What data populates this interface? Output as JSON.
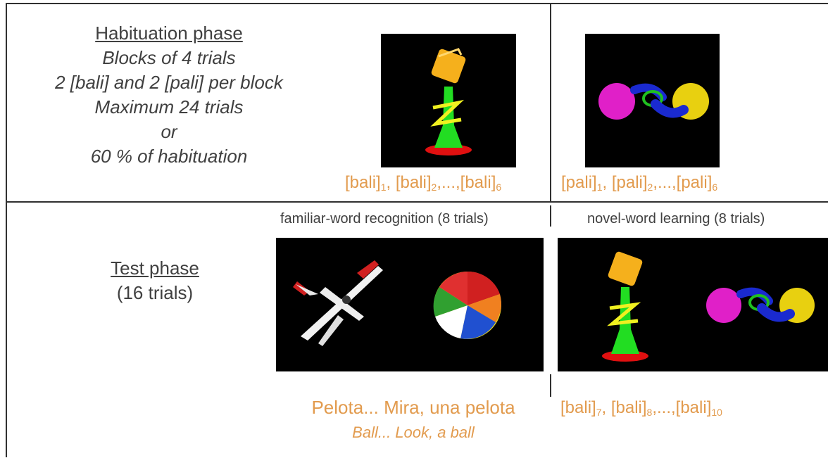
{
  "habituation": {
    "title": "Habituation phase",
    "lines": [
      "Blocks of 4 trials",
      "2 [bali] and 2 [pali] per block",
      "Maximum 24 trials",
      "or",
      "60 % of habituation"
    ]
  },
  "test": {
    "title": "Test phase",
    "subtitle": "(16 trials)"
  },
  "labels": {
    "bali_hab": {
      "w1": "[bali]",
      "s1": "1",
      "w2": ", [bali]",
      "s2": "2",
      "w3": ",...,[bali]",
      "s3": "6"
    },
    "pali_hab": {
      "w1": "[pali]",
      "s1": "1",
      "w2": ", [pali]",
      "s2": "2",
      "w3": ",...,[pali]",
      "s3": "6"
    },
    "bali_test": {
      "w1": "[bali]",
      "s1": "7",
      "w2": ", [bali]",
      "s2": "8",
      "w3": ",...,[bali]",
      "s3": "10"
    },
    "familiar_caption": "familiar-word recognition (8 trials)",
    "novel_caption": "novel-word learning (8 trials)",
    "pelota": "Pelota... Mira, una pelota",
    "ball": "Ball... Look, a ball"
  },
  "colors": {
    "accent": "#e29b4e",
    "text": "#404040",
    "frame": "#303030"
  }
}
